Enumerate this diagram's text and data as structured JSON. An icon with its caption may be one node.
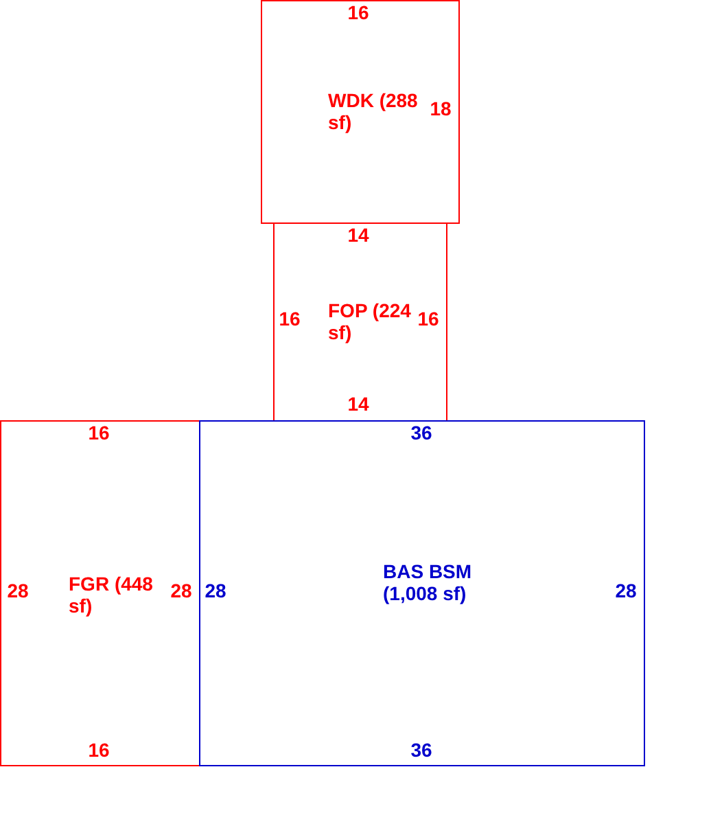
{
  "diagram": {
    "nodes": [
      {
        "text": [
          "WDK (288 sf)"
        ]
      },
      {
        "text": [
          "FOP (224 sf)"
        ]
      },
      {
        "text": [
          "FGR (448 sf)"
        ]
      },
      {
        "text": [
          "BAS BSM (1,008 sf)"
        ]
      }
    ],
    "labels": [
      "16",
      "18",
      "14",
      "16",
      "16",
      "14",
      "16",
      "36",
      "28",
      "28",
      "28",
      "28",
      "16",
      "36"
    ]
  }
}
